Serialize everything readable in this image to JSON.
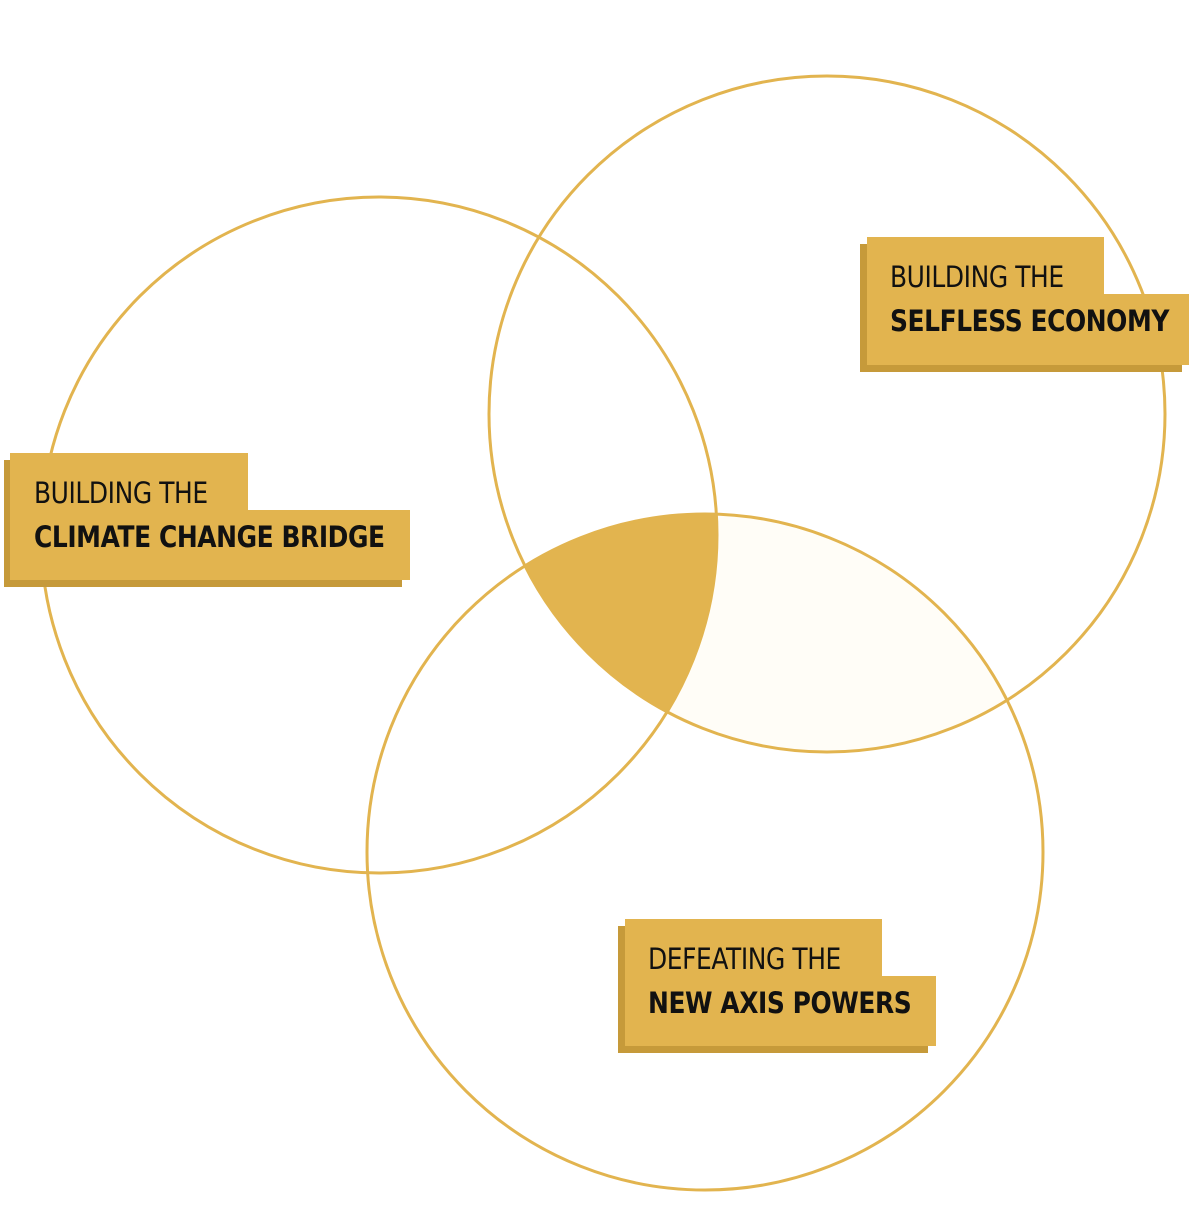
{
  "colors": {
    "accent": "#E2B44F",
    "accent_shadow": "#C69A3A",
    "circle_stroke": "#E2B44F",
    "pale_overlap": "#FFFDF7",
    "text": "#111111"
  },
  "sets": [
    {
      "id": "climate",
      "line1": "BUILDING THE",
      "line2": "CLIMATE CHANGE BRIDGE"
    },
    {
      "id": "economy",
      "line1": "BUILDING THE",
      "line2": "SELFLESS ECONOMY"
    },
    {
      "id": "axis",
      "line1": "DEFEATING THE",
      "line2": "NEW AXIS POWERS"
    }
  ],
  "highlighted_region": "climate-economy-axis",
  "pale_region": "economy-axis"
}
